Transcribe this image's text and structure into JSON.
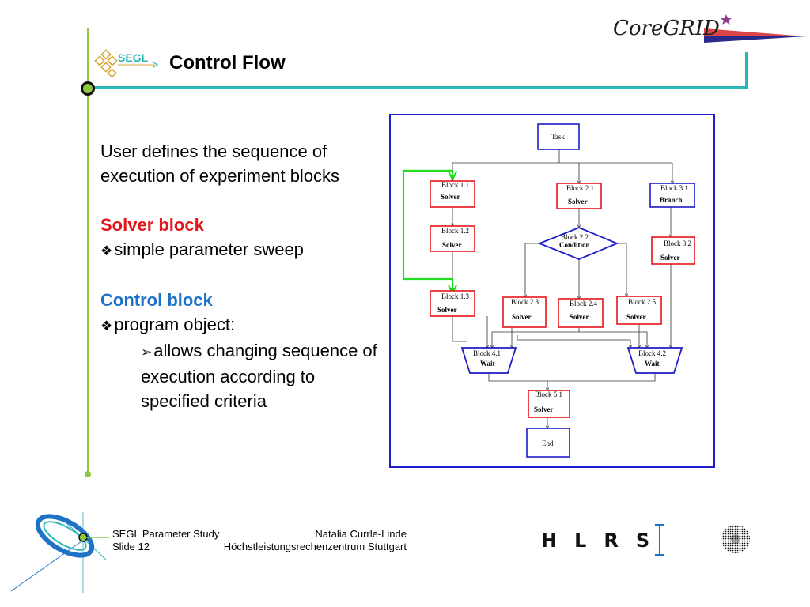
{
  "header": {
    "segl_logo_text": "SEGL",
    "title": "Control Flow",
    "coregrid_logo_text": "CoreGRID"
  },
  "body": {
    "intro": "User defines the sequence of execution of experiment blocks",
    "solver_heading": "Solver block",
    "solver_bullet": "simple parameter sweep",
    "control_heading": "Control block",
    "control_bullet": "program object:",
    "control_sub_bullet": "allows changing sequence of execution according to specified criteria",
    "bullet_glyph": "❖",
    "sub_bullet_glyph": "➢"
  },
  "diagram": {
    "task": "Task",
    "b11": "Block 1.1",
    "b11_role": "Solver",
    "b12": "Block 1.2",
    "b12_role": "Solver",
    "b13": "Block 1.3",
    "b13_role": "Solver",
    "b21": "Block 2.1",
    "b21_role": "Solver",
    "b22": "Block 2.2",
    "b22_role": "Condition",
    "b23": "Block 2.3",
    "b23_role": "Solver",
    "b24": "Block 2.4",
    "b24_role": "Solver",
    "b25": "Block 2.5",
    "b25_role": "Solver",
    "b31": "Block 3.1",
    "b31_role": "Branch",
    "b32": "Block 3.2",
    "b32_role": "Solver",
    "b41": "Block 4.1",
    "b41_role": "Wait",
    "b42": "Block 4.2",
    "b42_role": "Wait",
    "b51": "Block 5.1",
    "b51_role": "Solver",
    "end": "End",
    "colors": {
      "solver": "#e4161b",
      "control": "#1c1cc8",
      "loop": "#22dd22"
    }
  },
  "footer": {
    "left_top": "SEGL Parameter Study",
    "left_bottom": "Slide 12",
    "right_top": "Natalia Currle-Linde",
    "right_bottom": "Höchstleistungsrechenzentrum Stuttgart",
    "hlrs_logo_text": "HLRS"
  }
}
